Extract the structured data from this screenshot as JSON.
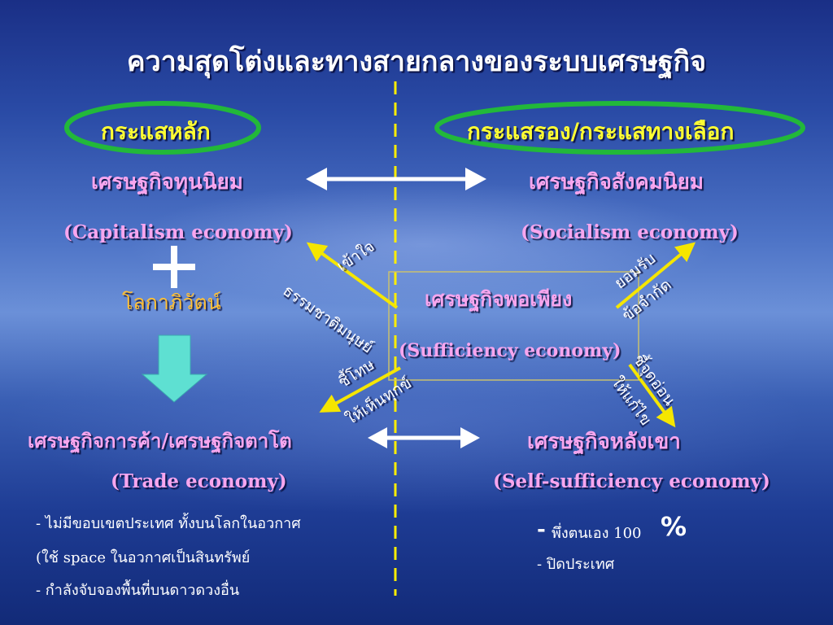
{
  "slide": {
    "title": "ความสุดโต่งและทางสายกลางของระบบเศรษฐกิจ",
    "mainstream_label": "กระแสหลัก",
    "alternative_label": "กระแสรอง/กระแสทางเลือก",
    "capitalism_thai": "เศรษฐกิจทุนนิยม",
    "capitalism_en": "(Capitalism economy)",
    "socialism_thai": "เศรษฐกิจสังคมนิยม",
    "socialism_en": "(Socialism economy)",
    "plus_sign": "+",
    "globalization": "โลกาภิวัตน์",
    "sufficiency_thai": "เศรษฐกิจพอเพียง",
    "sufficiency_en": "(Sufficiency economy)",
    "trade_thai": "เศรษฐกิจการค้า/เศรษฐกิจตาโต",
    "trade_en": "(Trade economy)",
    "self_suff_thai": "เศรษฐกิจหลังเขา",
    "self_suff_en": "(Self-sufficiency economy)",
    "arrow_labels": {
      "understand": "เข้าใจ",
      "human_nature": "ธรรมชาติมนุษย์",
      "accept": "ยอมรับ",
      "limits": "ข้อจำกัด",
      "point_fault": "ชี้โทษ",
      "see_suffering": "ให้เห็นทุกข์",
      "point_weakness": "ชี้จุดอ่อน",
      "give_fix": "ให้แก้ไข"
    },
    "trade_notes": [
      "- ไม่มีขอบเขตประเทศ ทั้งบนโลกในอวกาศ",
      "(ใช้ space ในอวกาศเป็นสินทรัพย์",
      "- กำลังจับจองพื้นที่บนดาวดวงอื่น"
    ],
    "self_notes": {
      "dash": "-",
      "self_reliance": "พึ่งตนเอง 100",
      "percent": "%",
      "closed_country": "- ปิดประเทศ"
    }
  },
  "colors": {
    "pink_text": "#f7a6ee",
    "yellow_text": "#ffff33",
    "orange_text": "#ffc035",
    "ellipse_outline": "#22b83a",
    "yellow_arrow": "#f5e600",
    "down_arrow": "#5ee0d2",
    "dashed_divider": "#ffee00"
  },
  "icons": [
    "double-arrow-icon",
    "down-arrow-icon",
    "plus-icon"
  ]
}
